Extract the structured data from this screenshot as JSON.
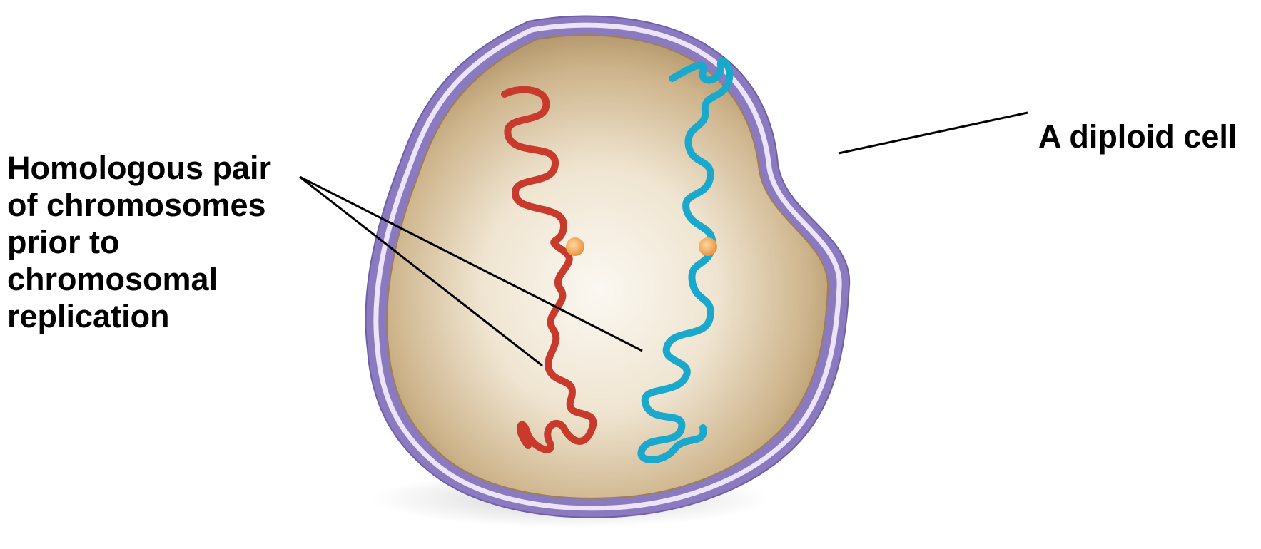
{
  "labels": {
    "homologous_lines": [
      "Homologous pair",
      "of chromosomes",
      "prior to",
      "chromosomal",
      "replication"
    ],
    "diploid_cell": "A diploid cell"
  },
  "colors": {
    "membrane": "#8c7ac0",
    "membrane_highlight": "#e8e0f5",
    "cytoplasm_outer": "#b89a6c",
    "cytoplasm_inner": "#f8f4ec",
    "chromosome_maternal": "#c83a2c",
    "chromosome_paternal": "#1aa8cc",
    "centromere": "#f0a850",
    "leader_line": "#000000"
  }
}
